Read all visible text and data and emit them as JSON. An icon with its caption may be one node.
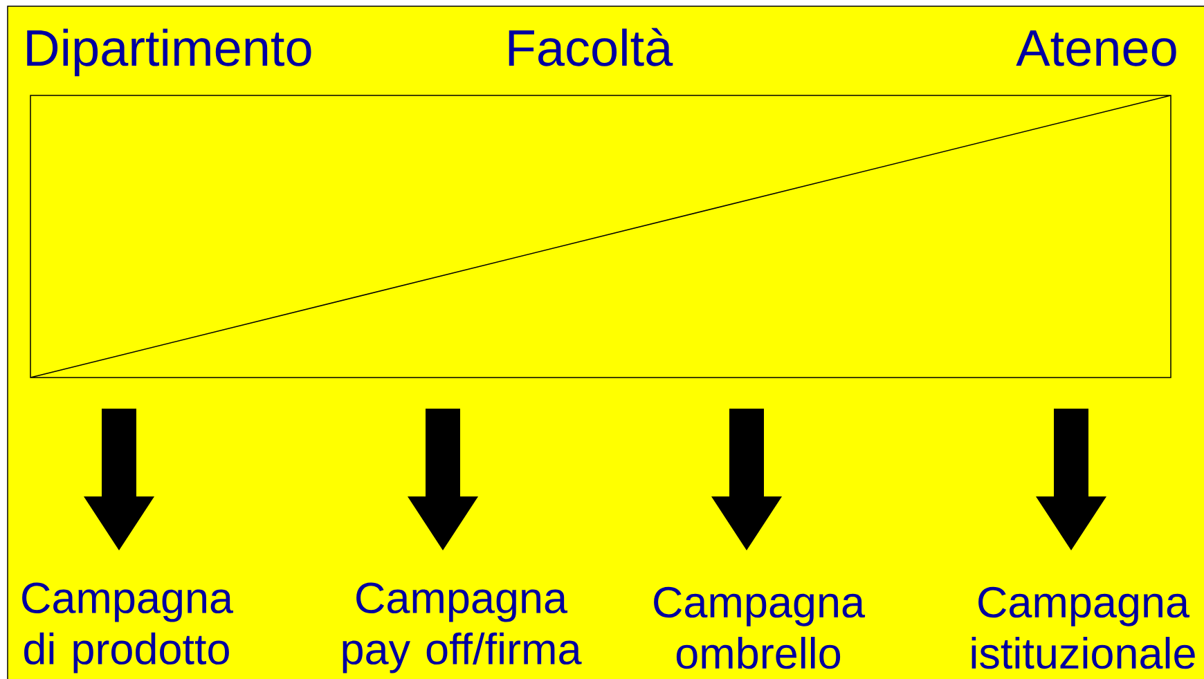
{
  "diagram": {
    "nodes": [
      {
        "text": [
          "Campagna di prodotto"
        ]
      },
      {
        "text": [
          "Campagna pay off/firma"
        ]
      },
      {
        "text": [
          "Campagna ombrello"
        ]
      },
      {
        "text": [
          "Campagna istituzionale"
        ]
      }
    ],
    "edges": [
      {
        "from": null,
        "to": 0,
        "arrow": "to"
      },
      {
        "from": null,
        "to": 1,
        "arrow": "to"
      },
      {
        "from": null,
        "to": 2,
        "arrow": "to"
      },
      {
        "from": null,
        "to": 3,
        "arrow": "to"
      }
    ],
    "labels": [
      "Dipartimento",
      "Facoltà",
      "Ateneo"
    ]
  }
}
